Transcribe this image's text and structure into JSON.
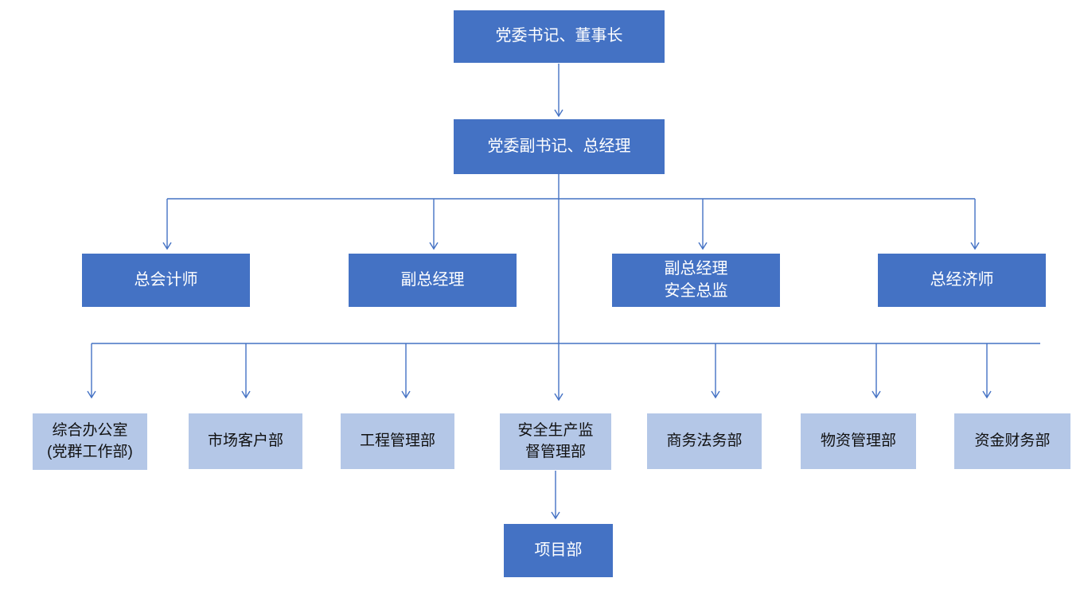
{
  "colors": {
    "primary_box": "#4472C4",
    "secondary_box": "#B4C7E7",
    "line": "#4472C4",
    "primary_text": "#FFFFFF",
    "secondary_text": "#111111"
  },
  "nodes": {
    "chairman": {
      "label": "党委书记、董事长"
    },
    "general_manager": {
      "label": "党委副书记、总经理"
    },
    "chief_accountant": {
      "label": "总会计师"
    },
    "deputy_gm": {
      "label": "副总经理"
    },
    "deputy_gm_safety": {
      "label": "副总经理\n安全总监"
    },
    "chief_economist": {
      "label": "总经济师"
    },
    "general_office": {
      "label": "综合办公室\n(党群工作部)"
    },
    "market_customer": {
      "label": "市场客户部"
    },
    "engineering_mgmt": {
      "label": "工程管理部"
    },
    "safety_supervision": {
      "label": "安全生产监\n督管理部"
    },
    "commerce_legal": {
      "label": "商务法务部"
    },
    "materials_mgmt": {
      "label": "物资管理部"
    },
    "finance": {
      "label": "资金财务部"
    },
    "project_dept": {
      "label": "项目部"
    }
  }
}
